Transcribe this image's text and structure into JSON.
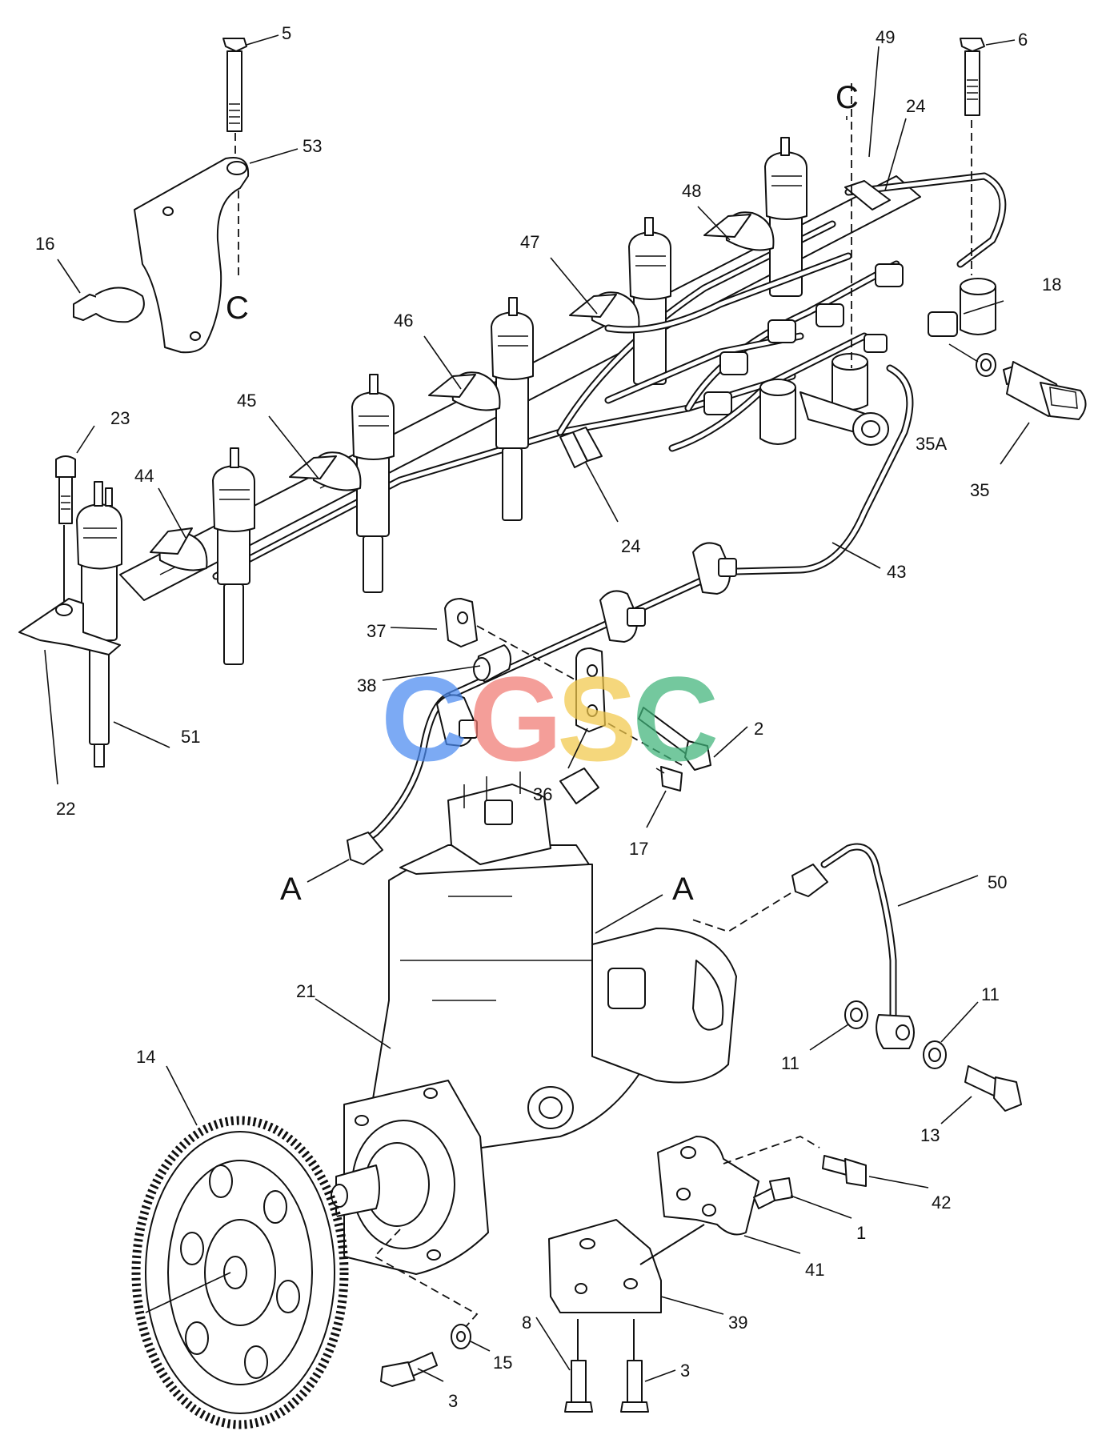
{
  "diagram": {
    "view_letters": [
      "C",
      "C",
      "A",
      "A"
    ],
    "callouts": [
      "5",
      "53",
      "16",
      "49",
      "24",
      "6",
      "48",
      "47",
      "18",
      "46",
      "45",
      "35A",
      "23",
      "44",
      "35",
      "24",
      "43",
      "37",
      "38",
      "2",
      "22",
      "51",
      "36",
      "17",
      "50",
      "21",
      "11",
      "11",
      "14",
      "13",
      "42",
      "1",
      "41",
      "39",
      "8",
      "15",
      "3",
      "3"
    ],
    "watermark": {
      "letters": [
        "C",
        "G",
        "S",
        "C"
      ],
      "colors": [
        "#4a8af0",
        "#f07a72",
        "#f2c84b",
        "#3fb37a"
      ]
    },
    "colors": {
      "ink": "#111111",
      "paper": "#ffffff"
    }
  }
}
